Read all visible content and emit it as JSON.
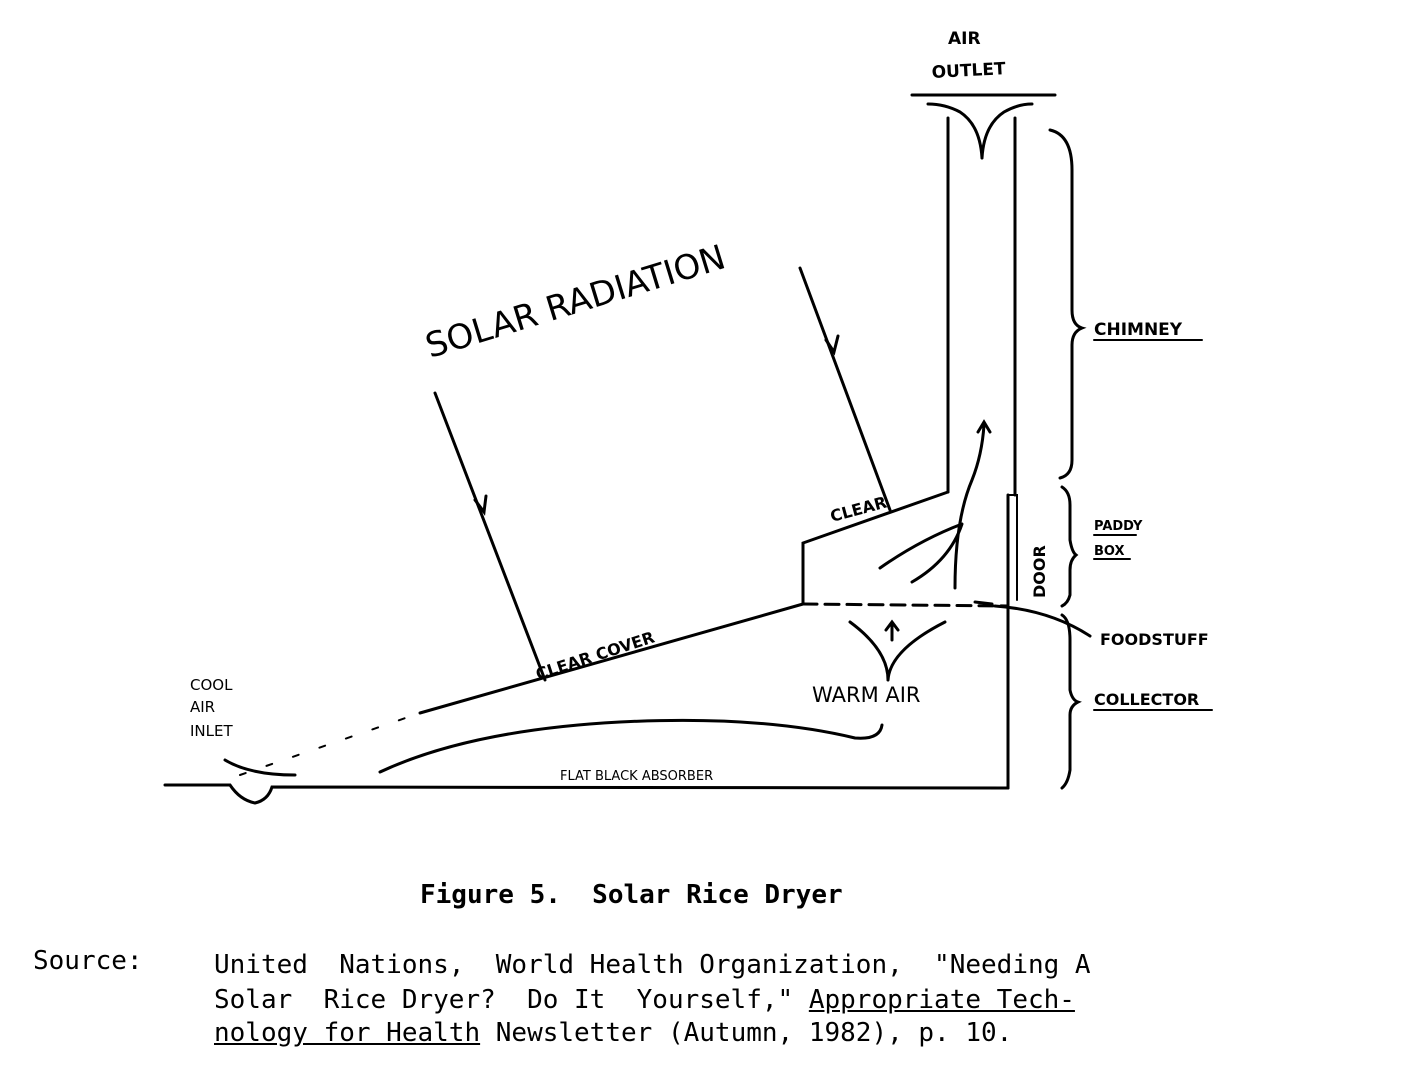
{
  "diagram": {
    "labels": {
      "air_outlet_1": "AIR",
      "air_outlet_2": "OUTLET",
      "solar_radiation": "SOLAR RADIATION",
      "clear": "CLEAR",
      "chimney": "CHIMNEY",
      "paddy_box_1": "PADDY",
      "paddy_box_2": "BOX",
      "door": "DOOR",
      "foodstuff": "FOODSTUFF",
      "collector": "COLLECTOR",
      "warm_air": "WARM AIR",
      "clear_cover": "CLEAR COVER",
      "cool_air_1": "COOL",
      "cool_air_2": "AIR",
      "cool_air_3": "INLET",
      "absorber": "FLAT BLACK ABSORBER"
    }
  },
  "caption": {
    "title": "Figure 5.  Solar Rice Dryer",
    "source_label": "Source:",
    "line1": "United  Nations,  World Health Organization,  \"Needing A",
    "line2": "Solar  Rice Dryer?  Do It  Yourself,\" ",
    "line2_title": "Appropriate Tech-",
    "line3_title": "nology for Health",
    "line3": " Newsletter (Autumn, 1982), p. 10."
  }
}
